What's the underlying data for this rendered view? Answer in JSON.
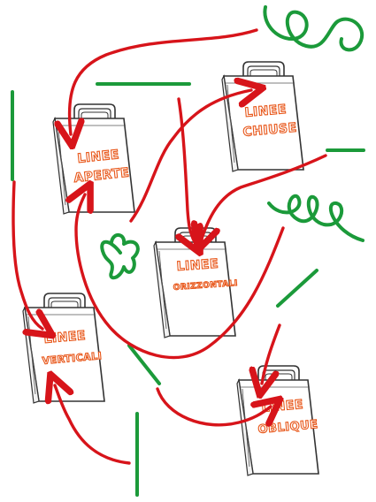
{
  "colors": {
    "red_line": "#d7141a",
    "green_line": "#1b9a3a",
    "bag_outline": "#333333",
    "bag_fill": "#ffffff",
    "label_outline": "#e8571a"
  },
  "bags": [
    {
      "id": "aperte",
      "line1": "LINEE",
      "line2": "APERTE"
    },
    {
      "id": "chiuse",
      "line1": "LINEE",
      "line2": "CHIUSE"
    },
    {
      "id": "orizzontali",
      "line1": "LINEE",
      "line2": "ORIZZONTALI"
    },
    {
      "id": "verticali",
      "line1": "LINEE",
      "line2": "VERTICALI"
    },
    {
      "id": "oblique",
      "line1": "LINEE",
      "line2": "OBLIQUE"
    }
  ],
  "icons": {
    "bag": "shopping-bag-icon",
    "arrow": "red-arrow",
    "scribble": "green-scribble"
  }
}
